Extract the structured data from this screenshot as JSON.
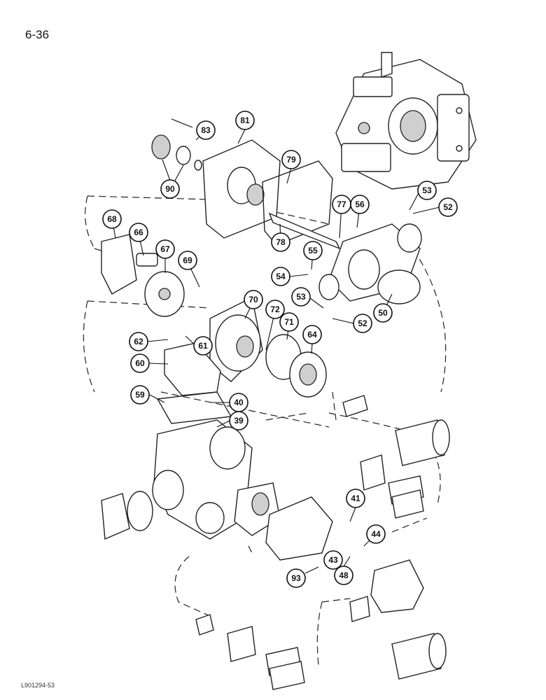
{
  "page_number": "6-36",
  "footer_code": "L901294-53",
  "callouts": [
    "83",
    "81",
    "79",
    "90",
    "53",
    "52",
    "77",
    "56",
    "68",
    "66",
    "67",
    "69",
    "78",
    "55",
    "54",
    "70",
    "72",
    "71",
    "53",
    "52",
    "50",
    "62",
    "61",
    "64",
    "60",
    "59",
    "40",
    "39",
    "41",
    "44",
    "43",
    "48",
    "93"
  ]
}
